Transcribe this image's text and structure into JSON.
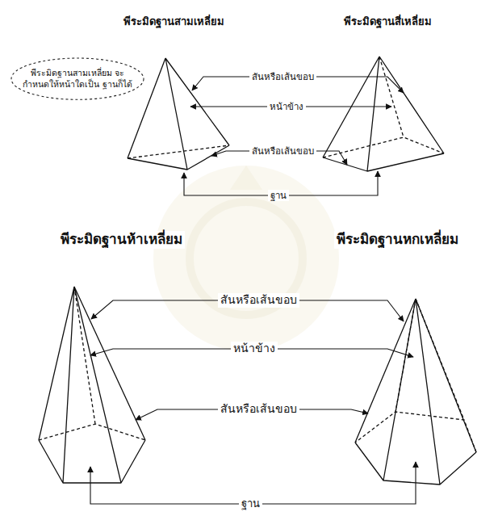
{
  "diagram": {
    "nodes": [
      {
        "text": [
          "พีระมิดฐานสามเหลี่ยม จะกำหนดให้หน้าใดเป็น ฐานก็ได้"
        ]
      }
    ],
    "edges": [],
    "labels": [
      "พีระมิดฐานสามเหลี่ยม",
      "พีระมิดฐานสี่เหลี่ยม",
      "สันหรือเส้นขอบ",
      "หน้าข้าง",
      "สันหรือเส้นขอบ",
      "ฐาน",
      "พีระมิดฐานห้าเหลี่ยม",
      "พีระมิดฐานหกเหลี่ยม",
      "สันหรือเส้นขอบ",
      "หน้าข้าง",
      "สันหรือเส้นขอบ",
      "ฐาน"
    ]
  }
}
